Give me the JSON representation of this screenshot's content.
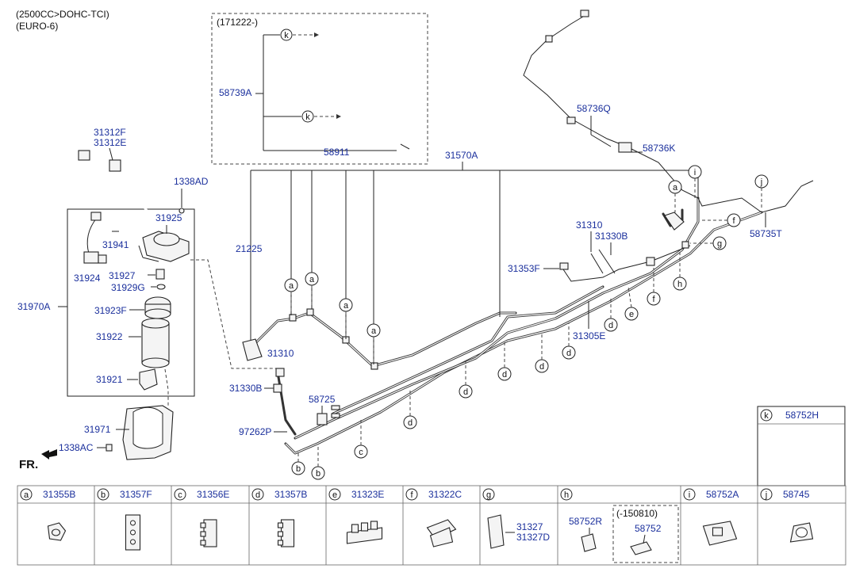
{
  "header": {
    "line1": "(2500CC>DOHC-TCI)",
    "line2": "(EURO-6)"
  },
  "inset": {
    "date": "(171222-)",
    "part_a": "58739A",
    "part_b": "58911",
    "callout": "k"
  },
  "parts": {
    "p31312F": "31312F",
    "p31312E": "31312E",
    "p1338AD": "1338AD",
    "p31925": "31925",
    "p31941": "31941",
    "p31924": "31924",
    "p31927": "31927",
    "p31929G": "31929G",
    "p31970A": "31970A",
    "p31923F": "31923F",
    "p31922": "31922",
    "p31921": "31921",
    "p31971": "31971",
    "p1338AC": "1338AC",
    "fr": "FR.",
    "p21225": "21225",
    "p31570A": "31570A",
    "p58736Q": "58736Q",
    "p58736K": "58736K",
    "p58735T": "58735T",
    "p31310a": "31310",
    "p31330Ba": "31330B",
    "p31353F": "31353F",
    "p31305E": "31305E",
    "p31310b": "31310",
    "p31330Bb": "31330B",
    "p58725": "58725",
    "p97262P": "97262P"
  },
  "callouts": {
    "a1": "a",
    "a2": "a",
    "a3": "a",
    "a4": "a",
    "a5": "a",
    "b1": "b",
    "b2": "b",
    "c1": "c",
    "d1": "d",
    "d2": "d",
    "d3": "d",
    "d4": "d",
    "d5": "d",
    "d6": "d",
    "e1": "e",
    "f1": "f",
    "f2": "f",
    "g1": "g",
    "h1": "h",
    "i1": "i",
    "j1": "j"
  },
  "legend_k": {
    "letter": "k",
    "part": "58752H"
  },
  "legend": [
    {
      "letter": "a",
      "part": "31355B"
    },
    {
      "letter": "b",
      "part": "31357F"
    },
    {
      "letter": "c",
      "part": "31356E"
    },
    {
      "letter": "d",
      "part": "31357B"
    },
    {
      "letter": "e",
      "part": "31323E"
    },
    {
      "letter": "f",
      "part": "31322C"
    },
    {
      "letter": "g",
      "part": "",
      "parts": [
        "31327",
        "31327D"
      ]
    },
    {
      "letter": "h",
      "part": "",
      "parts": [
        "58752R",
        "58752"
      ],
      "note": "(-150810)"
    },
    {
      "letter": "i",
      "part": "58752A"
    },
    {
      "letter": "j",
      "part": "58745"
    }
  ]
}
